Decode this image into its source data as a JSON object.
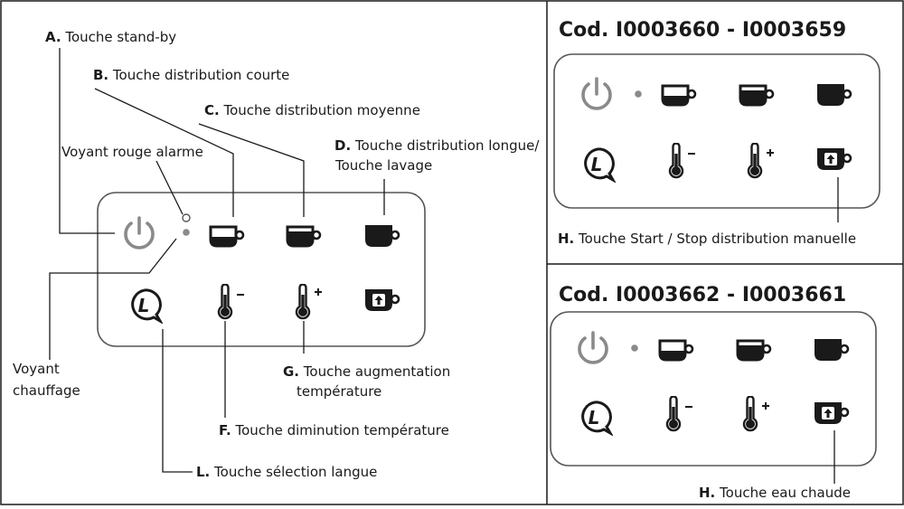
{
  "labels": {
    "a": {
      "letter": "A.",
      "text": " Touche stand-by"
    },
    "b": {
      "letter": "B.",
      "text": " Touche distribution courte"
    },
    "c": {
      "letter": "C.",
      "text": " Touche distribution moyenne"
    },
    "d1": {
      "letter": "D.",
      "text": " Touche distribution longue/"
    },
    "d2": {
      "text": "Touche lavage"
    },
    "alarm": {
      "text": "Voyant rouge alarme"
    },
    "heat1": {
      "text": "Voyant"
    },
    "heat2": {
      "text": "chauffage"
    },
    "g1": {
      "letter": "G.",
      "text": " Touche augmentation"
    },
    "g2": {
      "text": "température"
    },
    "f": {
      "letter": "F.",
      "text": " Touche diminution température"
    },
    "l": {
      "letter": "L.",
      "text": " Touche sélection langue"
    },
    "h_top": {
      "letter": "H.",
      "text": " Touche Start / Stop distribution manuelle"
    },
    "h_bottom": {
      "letter": "H.",
      "text": " Touche eau chaude"
    }
  },
  "headers": {
    "top": "Cod. I0003660 - I0003659",
    "bottom": "Cod. I0003662 - I0003661"
  },
  "icons": {
    "standby": "power-icon",
    "short": "cup-small-icon",
    "medium": "cup-medium-icon",
    "long": "cup-large-icon",
    "language": "language-l-icon",
    "temp_minus": "thermometer-minus-icon",
    "temp_plus": "thermometer-plus-icon",
    "hot_water": "cup-arrow-icon"
  },
  "colors": {
    "ink": "#1a1a1a",
    "standby_gray": "#8a8a8a",
    "border": "#555555"
  }
}
